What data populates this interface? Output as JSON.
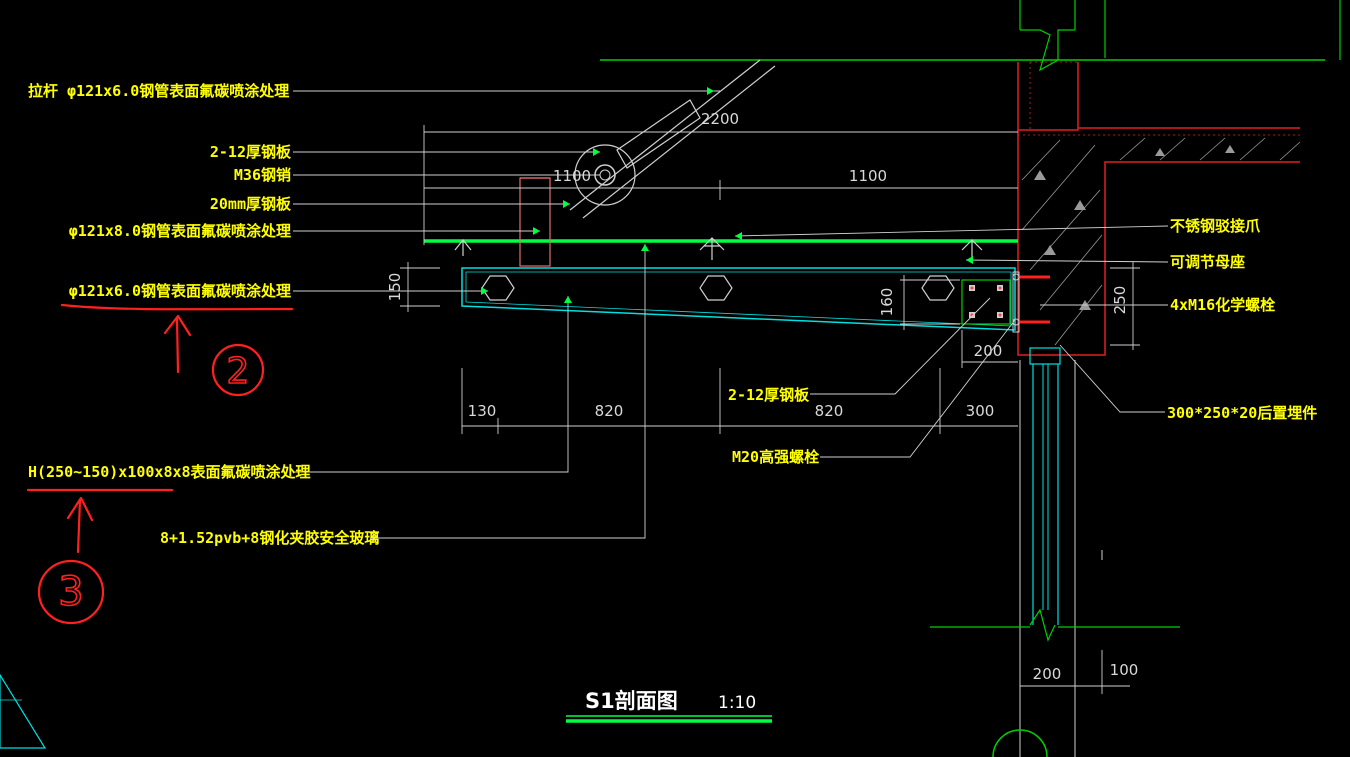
{
  "drawing": {
    "title": "S1剖面图",
    "scale": "1:10"
  },
  "labels": {
    "tie_rod": "拉杆 φ121x6.0钢管表面氟碳喷涂处理",
    "steel_plate_2_12_top": "2-12厚钢板",
    "pin_m36": "M36钢销",
    "plate_20mm": "20mm厚钢板",
    "pipe_121x8": "φ121x8.0钢管表面氟碳喷涂处理",
    "pipe_121x6": "φ121x6.0钢管表面氟碳喷涂处理",
    "h_beam": "H(250~150)x100x8x8表面氟碳喷涂处理",
    "glass": "8+1.52pvb+8钢化夹胶安全玻璃",
    "claw": "不锈钢驳接爪",
    "nut_seat": "可调节母座",
    "chem_bolt": "4xM16化学螺栓",
    "steel_plate_2_12_bottom": "2-12厚钢板",
    "hs_bolt": "M20高强螺栓",
    "embed": "300*250*20后置埋件"
  },
  "dimensions": {
    "d2200": "2200",
    "d1100_left": "1100",
    "d1100_right": "1100",
    "d150": "150",
    "d160": "160",
    "d250": "250",
    "d200_top": "200",
    "d130": "130",
    "d820_left": "820",
    "d820_right": "820",
    "d300": "300",
    "d200_bottom": "200",
    "d100": "100"
  },
  "annotations": {
    "circled_2": "2",
    "circled_3": "3"
  },
  "colors": {
    "background": "#000000",
    "label_text": "#ffff00",
    "cyan_lines": "#00e0e0",
    "green_lines": "#00d000",
    "wall_red": "#e02020",
    "markup_red": "#ff2020",
    "dim_text": "#d9d9d9"
  }
}
